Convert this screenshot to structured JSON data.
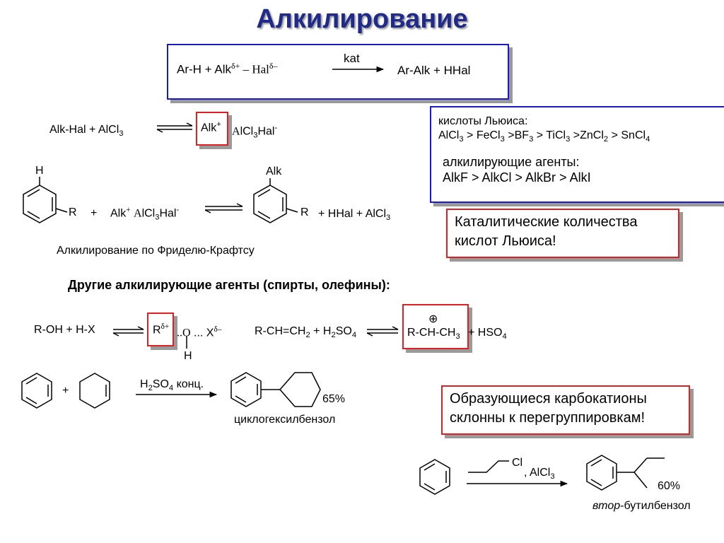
{
  "title": "Алкилирование",
  "general_eq": {
    "reactants": "Ar-H  +  Alk",
    "delta_plus": "δ+",
    "dash": " – ",
    "hal": "Hal",
    "delta_minus": "δ–",
    "catalyst": "kat",
    "products": "Ar-Alk + HHal"
  },
  "complex_eq": {
    "left": "Alk-Hal  +  AlCl",
    "left_sub": "3",
    "cation": "Alk",
    "cation_sup": "+",
    "anion_a": "A",
    "anion_b": "lCl",
    "anion_sub": "3",
    "anion_c": "Hal",
    "anion_sup": "-"
  },
  "lewis_box": {
    "heading": "кислоты Льюиса:",
    "series": [
      "AlCl",
      "3",
      " > FeCl",
      "3",
      " >BF",
      "3",
      " > TiCl",
      "3",
      " >ZnCl",
      "2",
      " > SnCl",
      "4"
    ],
    "agents_heading": "алкилирующие агенты:",
    "agents_series": "AlkF > AlkCl > AlkBr > AlkI"
  },
  "fc_eq": {
    "h_label": "H",
    "r_left": "R",
    "plus1": "+",
    "alk": "Alk",
    "alk_sup": "+",
    "a": "A",
    "lcl": "lCl",
    "sub3": "3",
    "hal": "Hal",
    "hal_sup": "-",
    "alk_label": "Alk",
    "r_right": "R",
    "tail": "+ HHal  + AlCl",
    "tail_sub": "3",
    "caption": "Алкилирование по Фриделю-Крафтсу"
  },
  "catalytic_note": [
    "Каталитические количества",
    "кислот Льюиса!"
  ],
  "other_heading": "Другие алкилирующие агенты (спирты, олефины):",
  "alcohol_eq": {
    "left": "R-OH  +  H-X",
    "r": "R",
    "r_sup": "δ+",
    "o": "..O",
    "dots": " ... X",
    "x_sup": "δ–",
    "h": "H"
  },
  "olefin_eq": {
    "left": "R-CH=CH",
    "left_sub": "2",
    "mid": " + H",
    "mid_sub": "2",
    "mid2": "SO",
    "mid_sub2": "4",
    "cation": "R-CH-CH",
    "cation_sub": "3",
    "plus_sign": "⊕",
    "tail": " + HSO",
    "tail_sub": "4"
  },
  "cyclohexene_rxn": {
    "plus": "+",
    "reagent": "H",
    "reagent_sub": "2",
    "reagent_b": "SO",
    "reagent_sub2": "4",
    "reagent_c": " конц.",
    "yield": "65%",
    "product": "циклогексилбензол"
  },
  "carbocation_note": [
    "Образующиеся карбокатионы",
    "склонны к перегруппировкам!"
  ],
  "butyl_rxn": {
    "cl": "Cl",
    "reagent": ", AlCl",
    "reagent_sub": "3",
    "yield": "60%",
    "product_italic": "втор",
    "product_rest": "-бутилбензол"
  },
  "colors": {
    "title": "#1f2a8a",
    "blue_frame": "#1a1ac8",
    "red_frame": "#e02020",
    "shadow": "#9a9a9a"
  }
}
